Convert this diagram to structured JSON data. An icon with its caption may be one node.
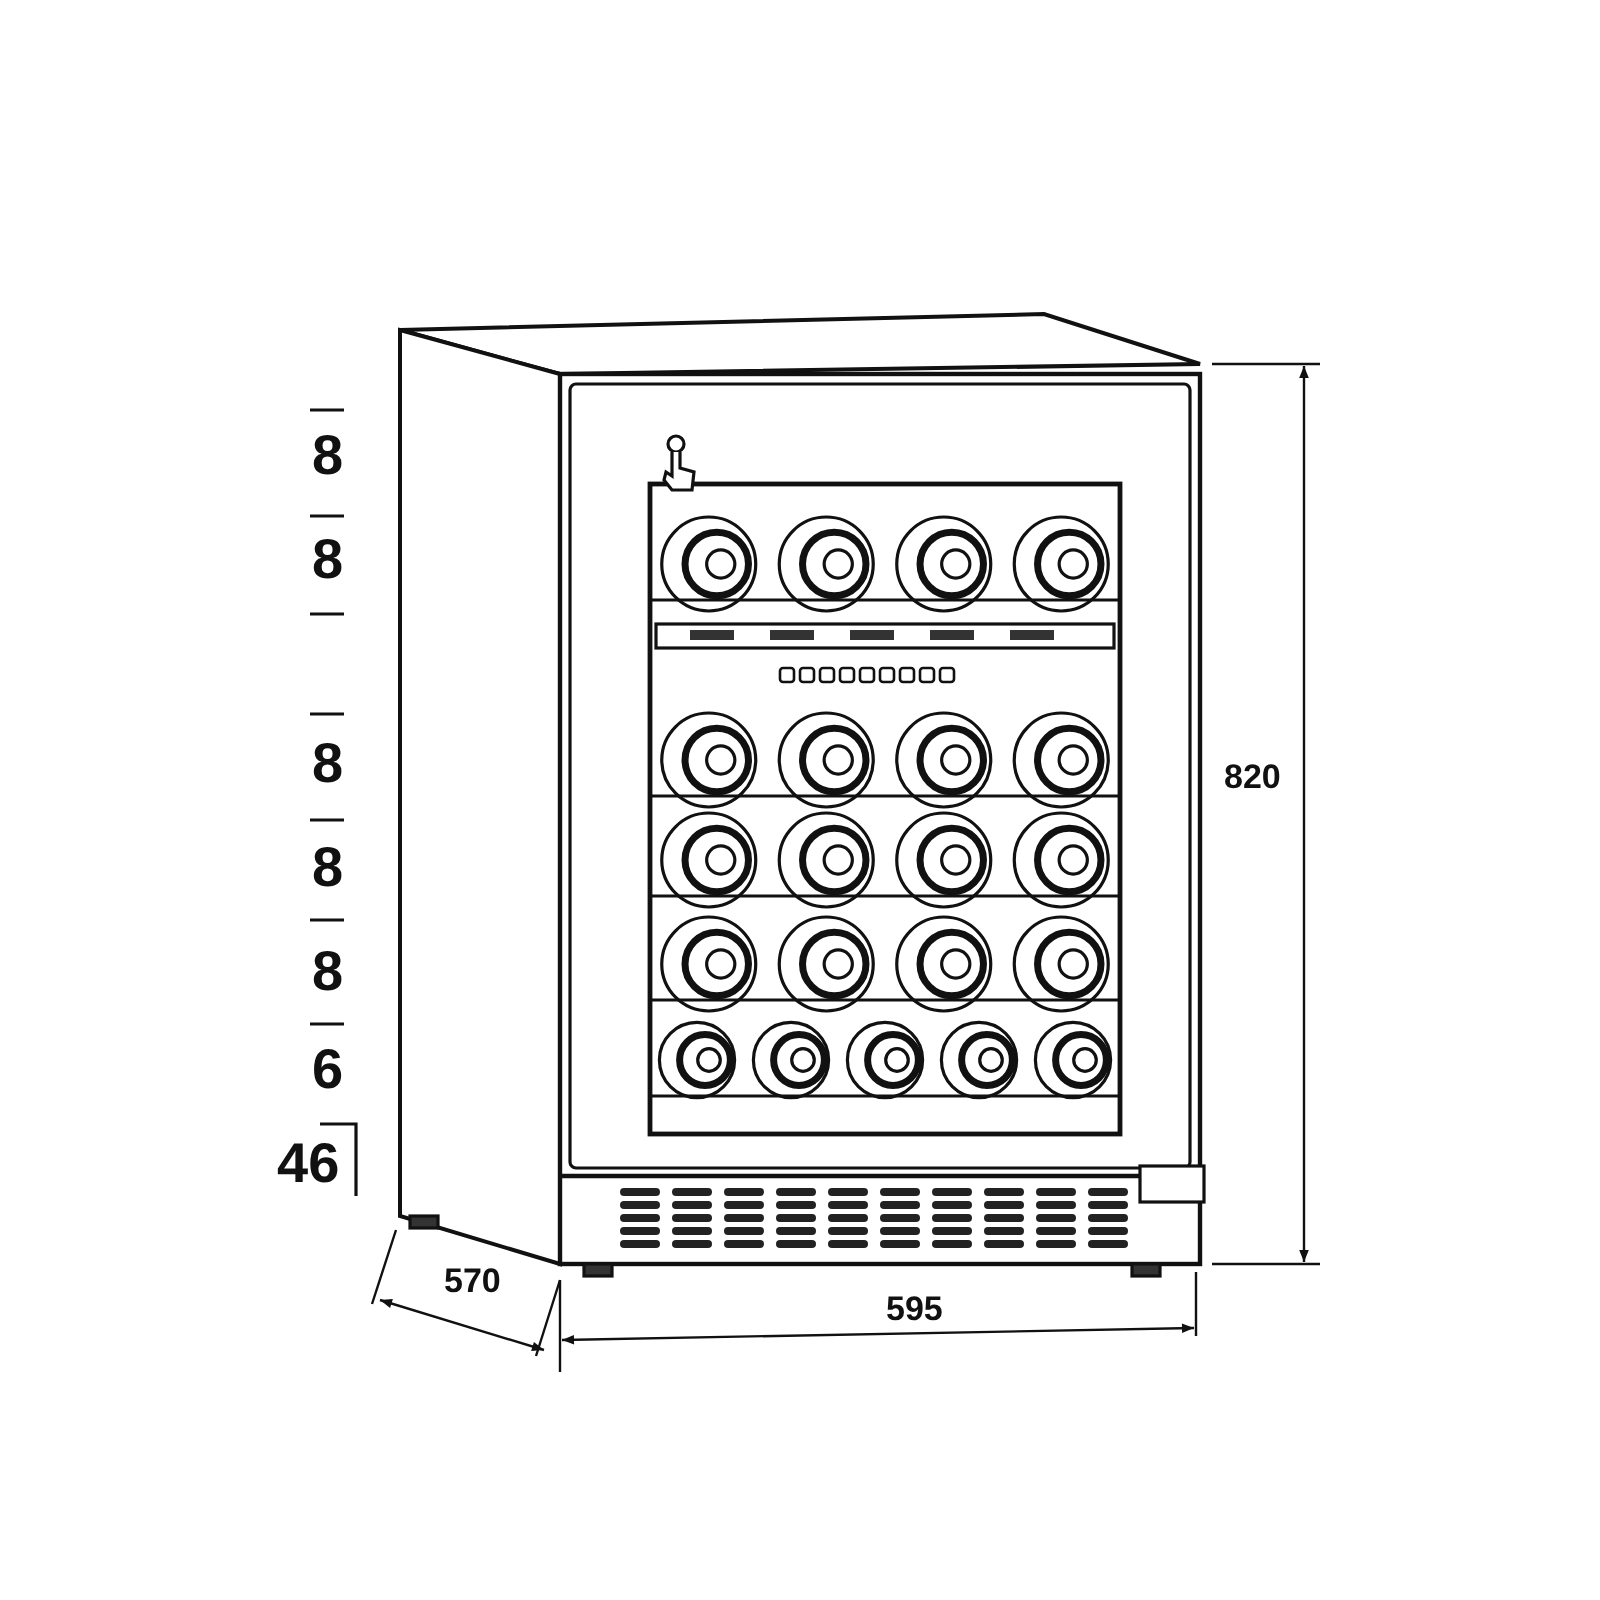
{
  "diagram": {
    "labels": [
      "8",
      "8",
      "8",
      "8",
      "8",
      "6",
      "46",
      "820",
      "570",
      "595"
    ]
  }
}
